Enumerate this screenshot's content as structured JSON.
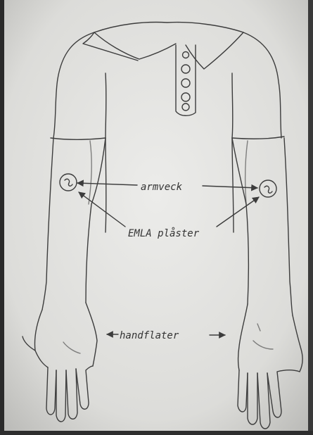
{
  "figure": {
    "labels": {
      "forearm_fold": "armveck",
      "patch": "EMLA plåster",
      "back_of_hand": "handflater"
    },
    "paper_color": "#e6e6e3",
    "ink_color": "#3c3c3c",
    "icons": [
      "shirt-collar",
      "button-placket",
      "emla-patch-left",
      "emla-patch-right",
      "left-hand",
      "right-hand"
    ]
  }
}
